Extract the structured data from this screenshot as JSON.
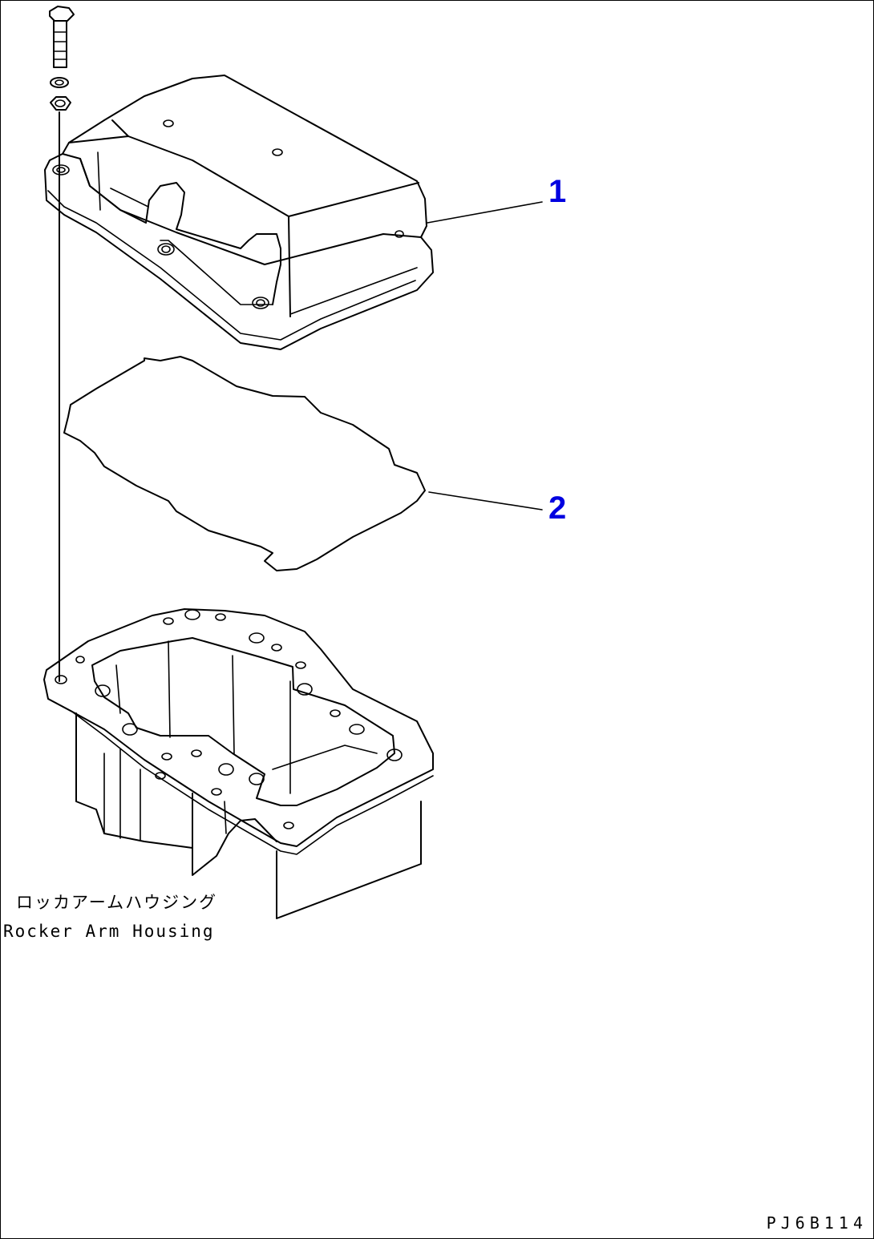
{
  "callouts": [
    {
      "number": "1"
    },
    {
      "number": "2"
    }
  ],
  "caption": {
    "japanese": "ロッカアームハウジング",
    "english": "Rocker Arm Housing"
  },
  "drawing_code": "PJ6B114",
  "colors": {
    "callout": "#0000e0",
    "line": "#000000",
    "background": "#ffffff"
  }
}
